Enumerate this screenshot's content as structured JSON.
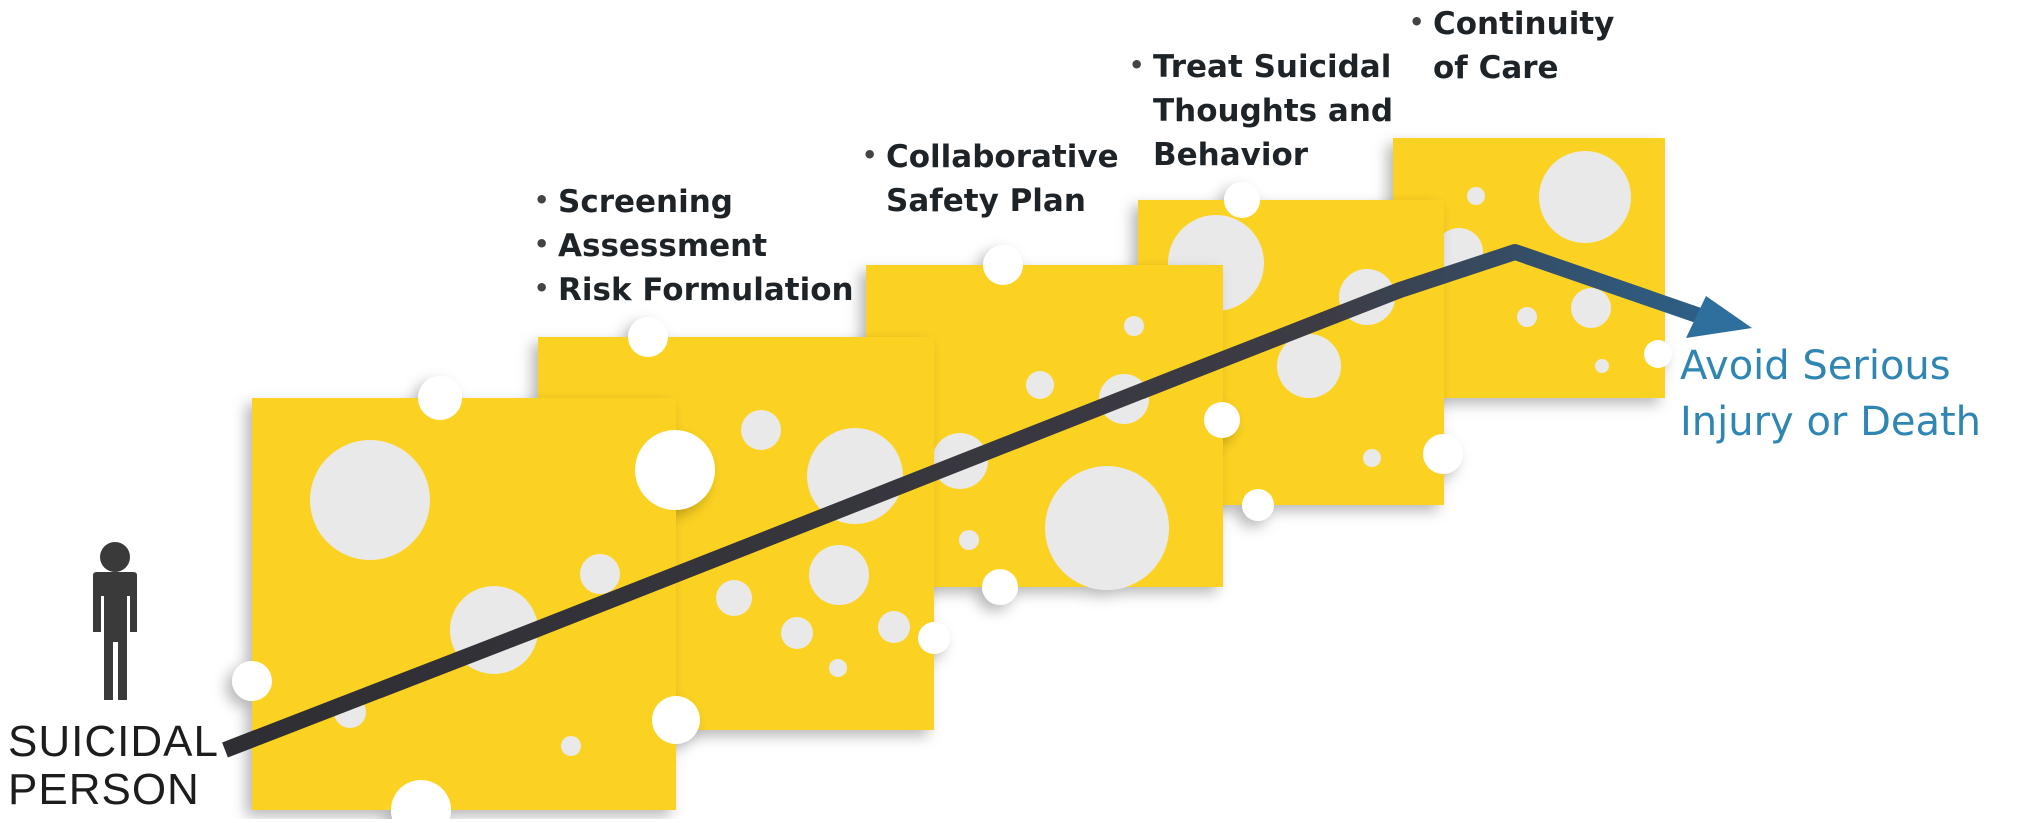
{
  "diagram": {
    "subject_label": [
      "SUICIDAL",
      "PERSON"
    ],
    "outcome_label": [
      "Avoid Serious",
      "Injury or Death"
    ],
    "layers": [
      {
        "items": [
          [
            "Screening"
          ],
          [
            "Assessment"
          ],
          [
            "Risk Formulation"
          ]
        ]
      },
      {
        "items": [
          [
            "Collaborative",
            "Safety Plan"
          ]
        ]
      },
      {
        "items": [
          [
            "Treat Suicidal",
            "Thoughts and",
            "Behavior"
          ]
        ]
      },
      {
        "items": [
          [
            "Continuity",
            "of Care"
          ]
        ]
      }
    ],
    "colors": {
      "cheese": "#fcd223",
      "cheese_shadow": "#c9a20f",
      "hole": "#e9e9e9",
      "path": "#3f3a40",
      "arrow": "#2f6f9e",
      "outcome_text": "#2f86b2",
      "person_icon": "#3a3a3a"
    },
    "icons": [
      "person-icon",
      "arrow-icon"
    ]
  }
}
